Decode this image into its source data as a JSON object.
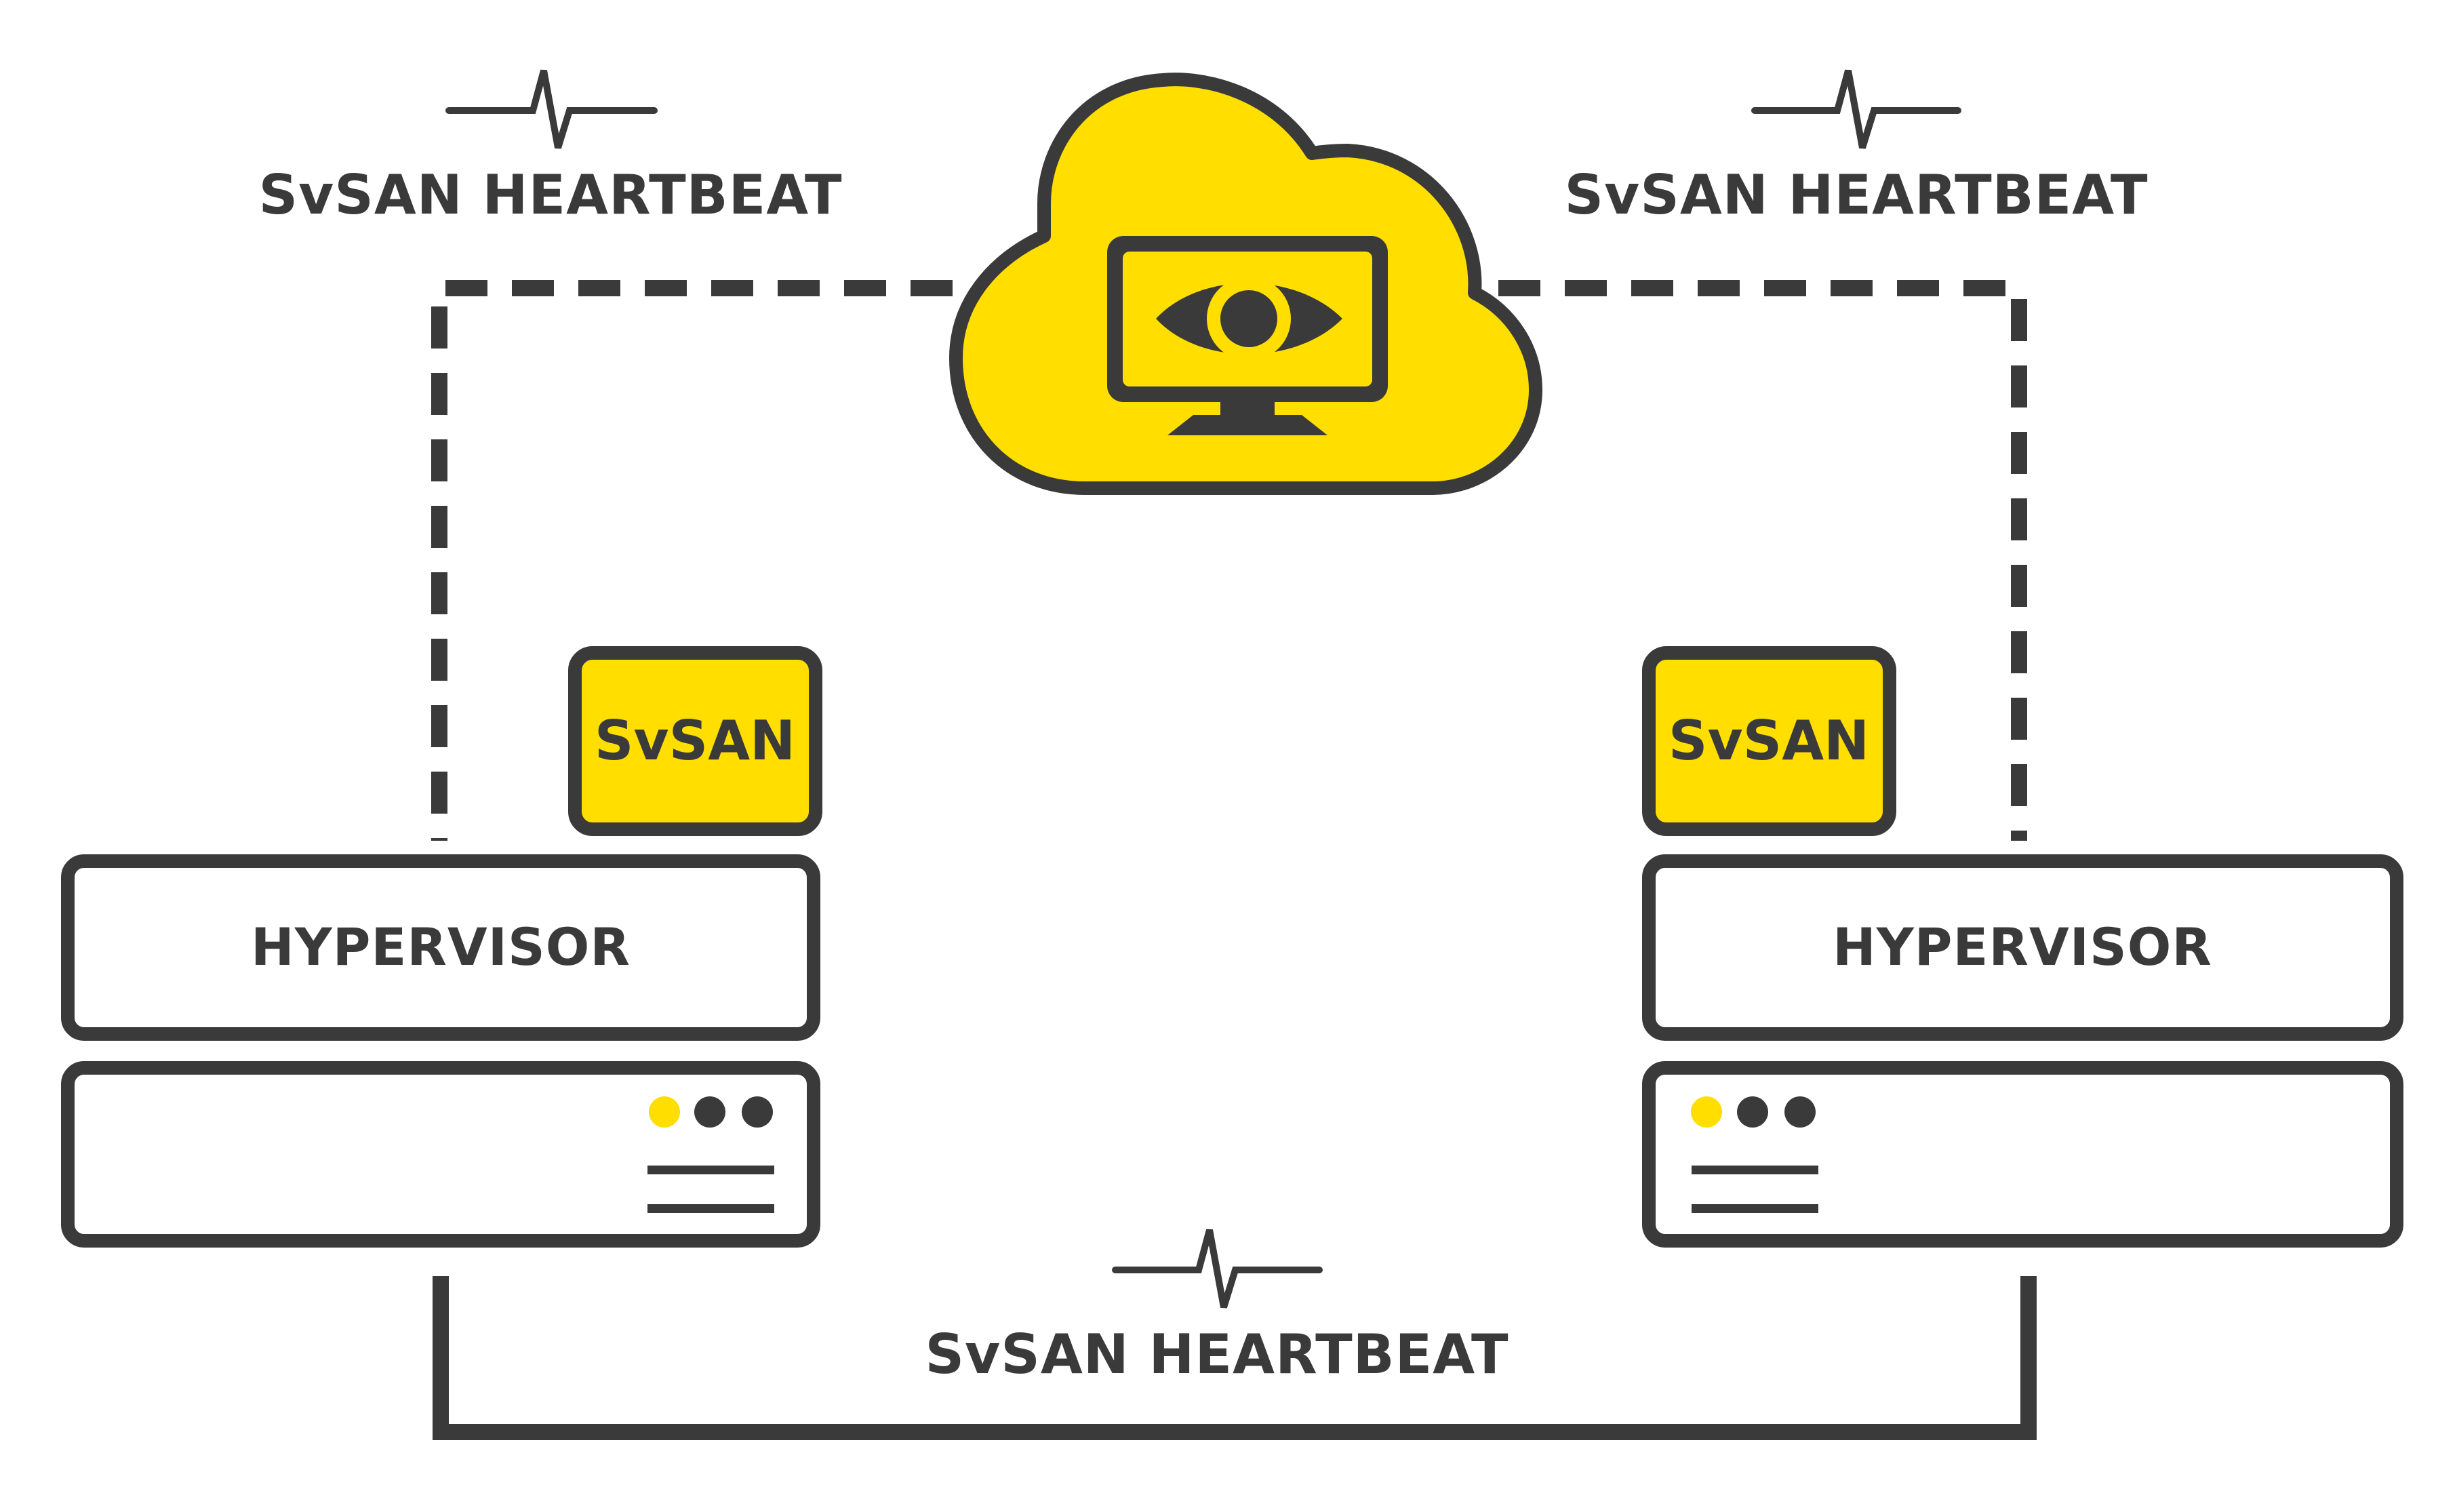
{
  "colors": {
    "ink": "#3a3a3a",
    "accent_yellow": "#ffde00",
    "background": "#ffffff"
  },
  "heartbeats": {
    "top_left": "SvSAN HEARTBEAT",
    "top_right": "SvSAN HEARTBEAT",
    "bottom": "SvSAN HEARTBEAT"
  },
  "nodes": {
    "left": {
      "svsan_label": "SvSAN",
      "hypervisor_label": "HYPERVISOR"
    },
    "right": {
      "svsan_label": "SvSAN",
      "hypervisor_label": "HYPERVISOR"
    }
  },
  "icons": {
    "cloud": "cloud-icon",
    "monitor": "monitor-icon",
    "eye": "eye-icon",
    "pulse": "heartbeat-pulse-icon",
    "server_status_led_on": "status-led-on-icon",
    "server_status_led_off": "status-led-off-icon"
  }
}
